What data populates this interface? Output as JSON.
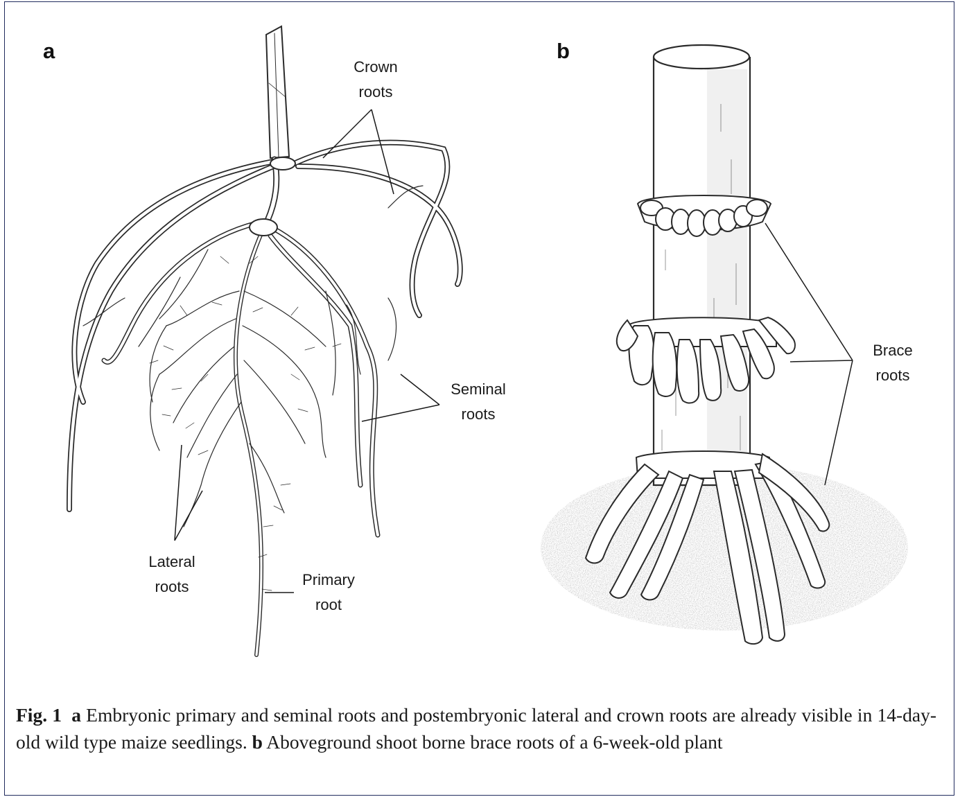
{
  "panel_a": {
    "letter": "a",
    "labels": {
      "crown": [
        "Crown",
        "roots"
      ],
      "seminal": [
        "Seminal",
        "roots"
      ],
      "lateral": [
        "Lateral",
        "roots"
      ],
      "primary": [
        "Primary",
        "root"
      ]
    }
  },
  "panel_b": {
    "letter": "b",
    "labels": {
      "brace": [
        "Brace",
        "roots"
      ]
    }
  },
  "caption": {
    "fig": "Fig. 1",
    "a_tag": "a",
    "a_text": " Embryonic primary and seminal roots and postembryonic lateral and crown roots are already visible in 14-day-old wild type maize seedlings. ",
    "b_tag": "b",
    "b_text": " Aboveground shoot borne brace roots of a 6-week-old plant"
  },
  "colors": {
    "ink": "#2a2a2a",
    "frame": "#1f2a5c"
  }
}
